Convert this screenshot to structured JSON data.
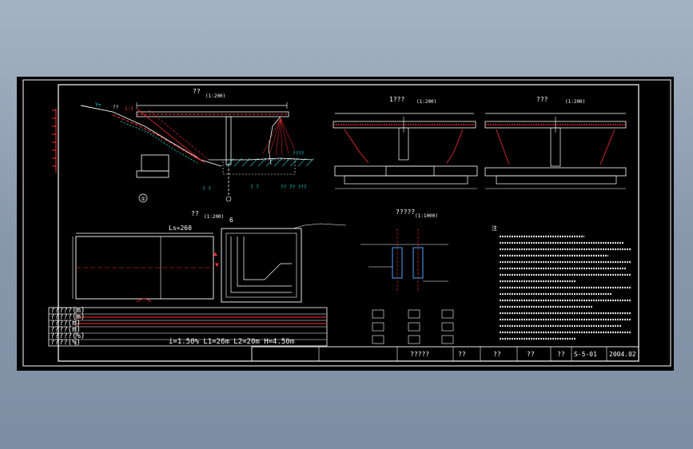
{
  "drawing": {
    "elevation_view": {
      "title": "??",
      "scale": "(1:200)",
      "label_a": "??",
      "label_b": "??",
      "slope": "1:1"
    },
    "section_a": {
      "title": "1???",
      "scale": "(1:200)"
    },
    "section_b": {
      "title": "???",
      "scale": "(1:200)"
    },
    "plan_view": {
      "title": "??",
      "scale": "(1:200)",
      "length_label": "Ls=260"
    },
    "detail_view": {
      "title": "?????",
      "scale": "(1:1000)"
    },
    "side_label": "6",
    "circle_mark": "①",
    "notes_heading": "注",
    "title_block": {
      "drawing_name": "?????",
      "field1": "??",
      "field2": "??",
      "field3": "??",
      "field4": "??",
      "drawing_no": "S-5-01",
      "date": "2004.02"
    },
    "profile_table": {
      "row_labels": [
        "?????(m)",
        "?????(m)",
        "????(m)",
        "????(m)",
        "?????(%)",
        "????(%)"
      ],
      "bottom_note": "i=1.50%  L1=26m  L2=20m  H=4.50m"
    }
  }
}
